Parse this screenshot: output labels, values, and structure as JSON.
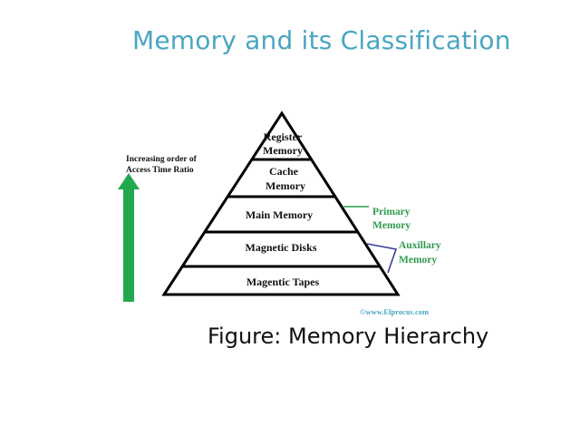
{
  "slide": {
    "title": "Memory and its Classification",
    "caption": "Figure: Memory Hierarchy"
  },
  "diagram": {
    "type": "pyramid",
    "axis_label_lines": [
      "Increasing order of",
      "Access Time Ratio"
    ],
    "arrow_color": "#22a94f",
    "tiers": [
      {
        "lines": [
          "Register",
          "Memory"
        ]
      },
      {
        "lines": [
          "Cache",
          "Memory"
        ]
      },
      {
        "lines": [
          "Main Memory"
        ]
      },
      {
        "lines": [
          "Magnetic Disks"
        ]
      },
      {
        "lines": [
          "Magentic Tapes"
        ]
      }
    ],
    "groups": [
      {
        "name": "primary",
        "lines": [
          "Primary",
          "Memory"
        ],
        "color": "#2e9c4e"
      },
      {
        "name": "auxiliary",
        "lines": [
          "Auxillary",
          "Memory"
        ],
        "color": "#2e9c4e",
        "bracket_color": "#3b3f9a"
      }
    ],
    "credit": "©www.Elprocus.com",
    "credit_color": "#4aa6c2"
  }
}
